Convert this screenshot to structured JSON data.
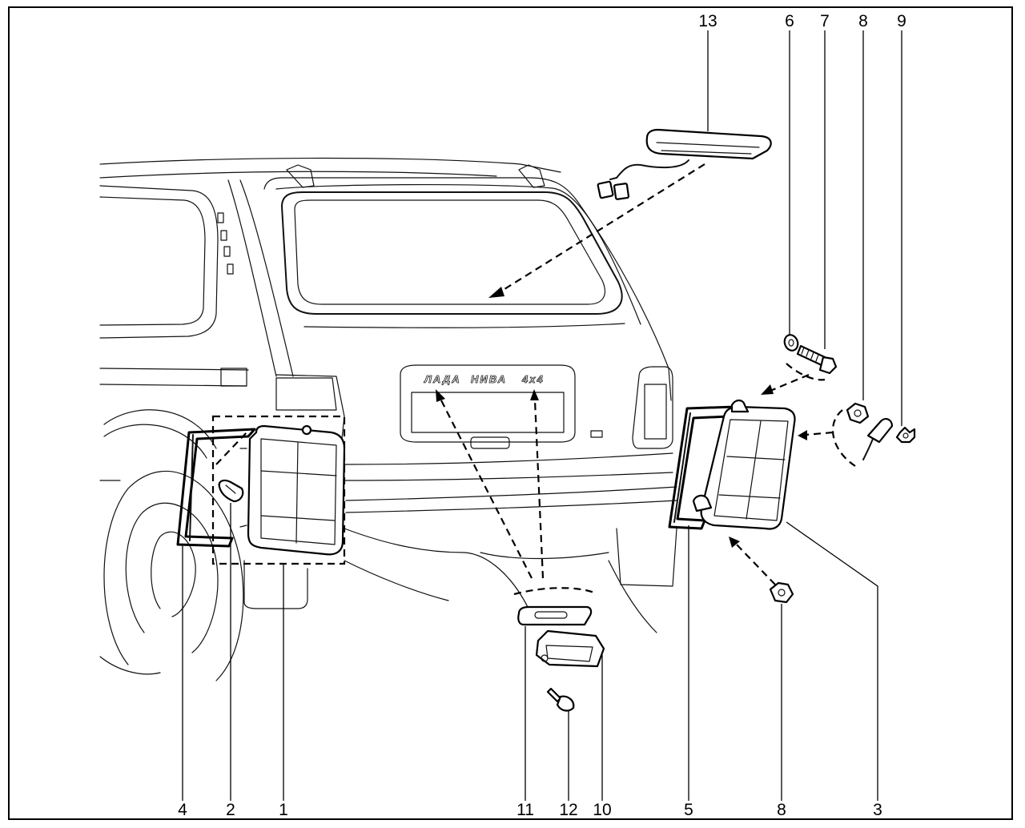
{
  "callouts": {
    "c1": "1",
    "c2": "2",
    "c3": "3",
    "c4": "4",
    "c5": "5",
    "c6": "6",
    "c7": "7",
    "c8_top": "8",
    "c8_bottom": "8",
    "c9": "9",
    "c10": "10",
    "c11": "11",
    "c12": "12",
    "c13": "13"
  },
  "badge": {
    "word1": "ЛАДА",
    "word2": "НИВА",
    "word3": "4x4"
  },
  "colors": {
    "line": "#000000",
    "background": "#ffffff"
  }
}
